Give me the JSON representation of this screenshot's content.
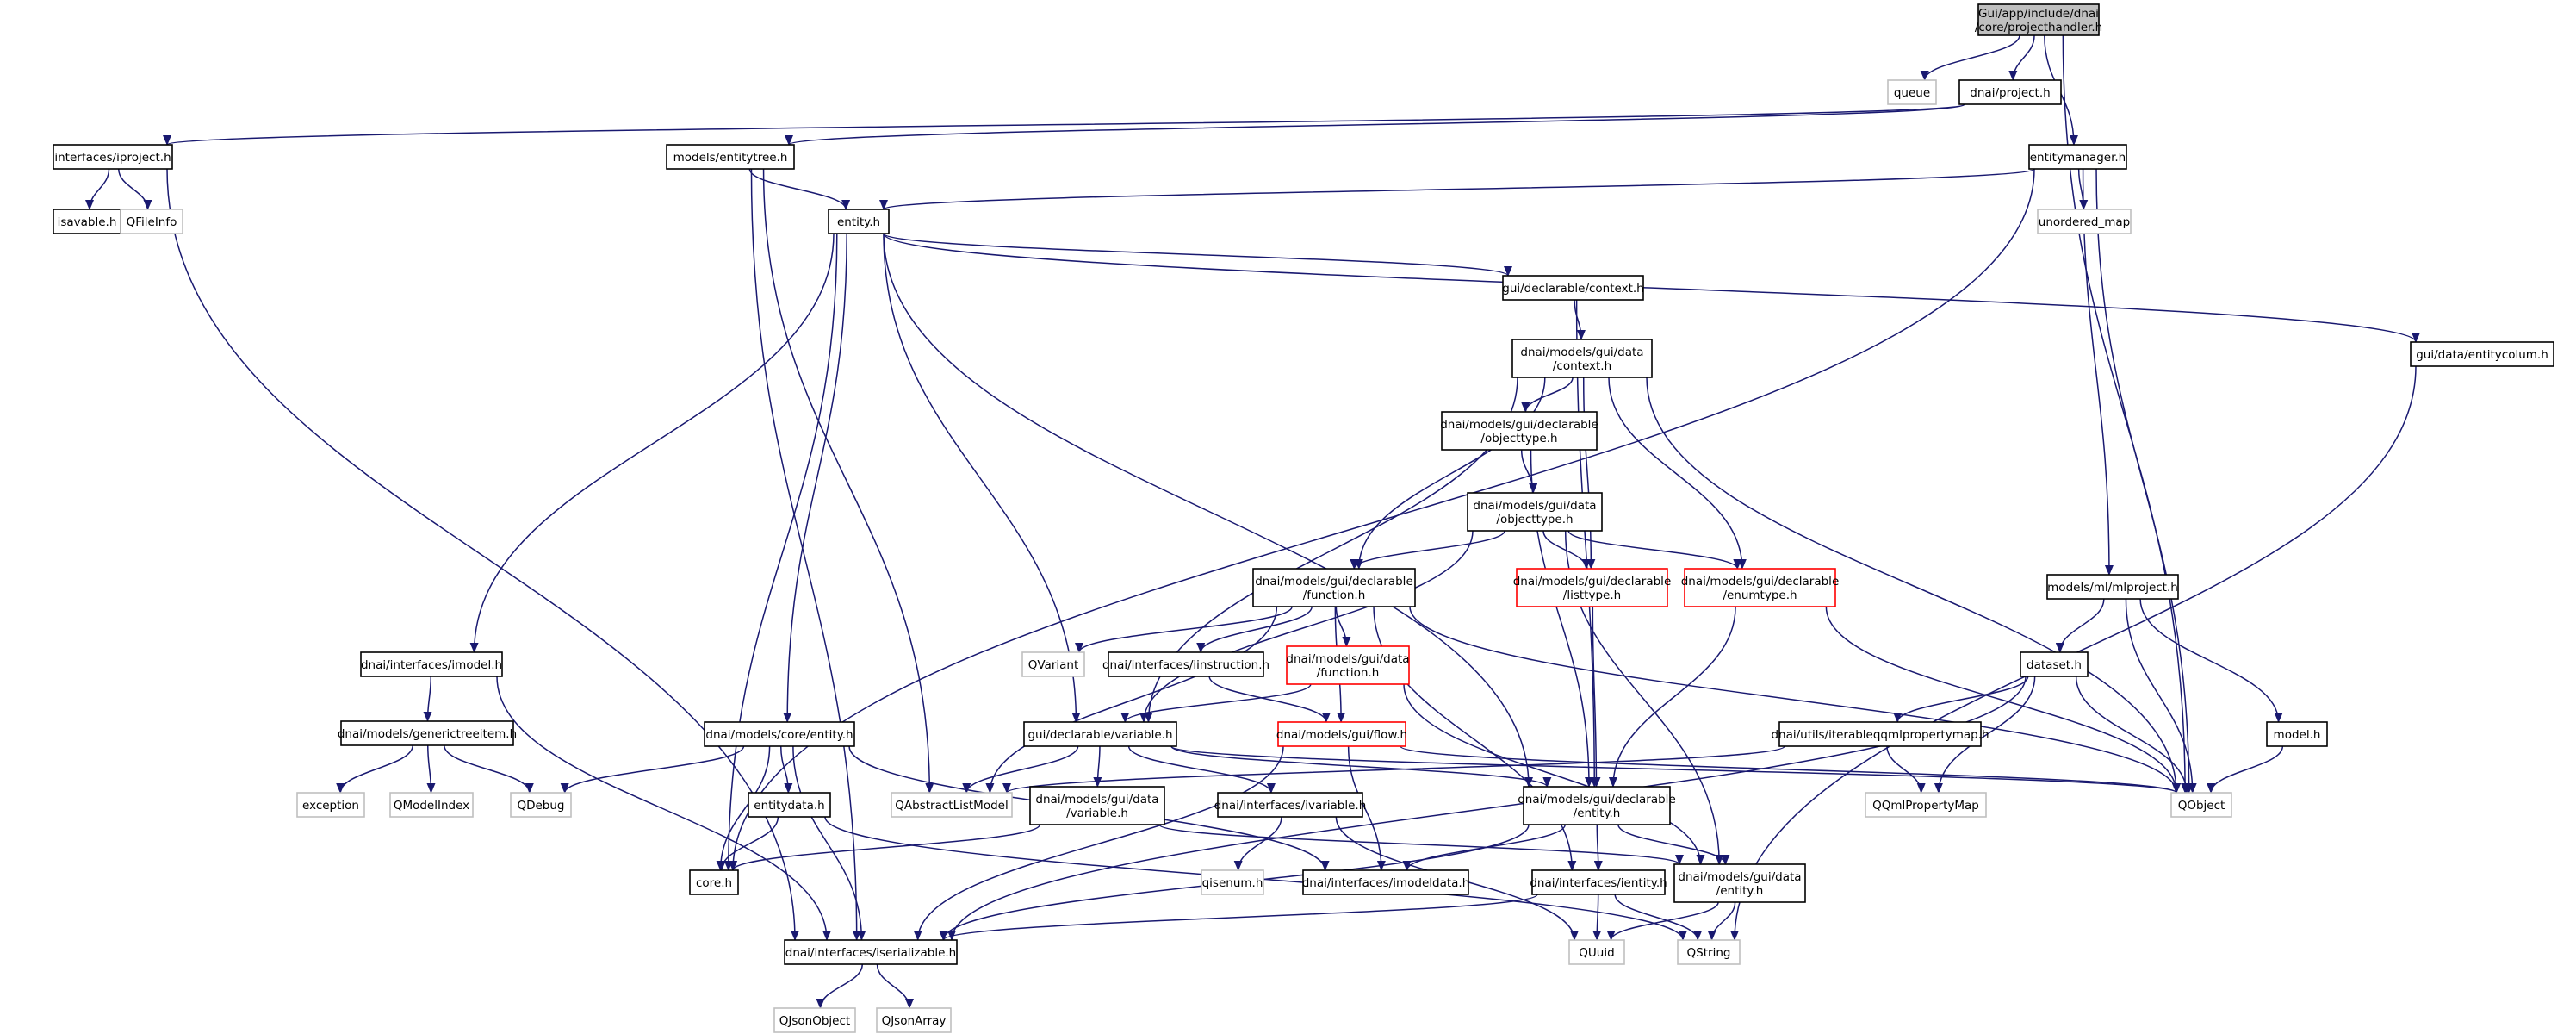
{
  "colors": {
    "edge": "#191970",
    "normal_border": "#000000",
    "external_border": "#bfbfbf",
    "missing_border": "#ff0000",
    "root_fill": "#bfbfbf",
    "text": "#000000"
  },
  "nodes": [
    {
      "id": "root",
      "lines": [
        "Gui/app/include/dnai",
        "/core/projecthandler.h"
      ],
      "kind": "root"
    },
    {
      "id": "queue",
      "lines": [
        "queue"
      ],
      "kind": "external"
    },
    {
      "id": "project_h",
      "lines": [
        "dnai/project.h"
      ],
      "kind": "normal"
    },
    {
      "id": "entitymanager_h",
      "lines": [
        "entitymanager.h"
      ],
      "kind": "normal"
    },
    {
      "id": "interfaces_iproject_h",
      "lines": [
        "interfaces/iproject.h"
      ],
      "kind": "normal"
    },
    {
      "id": "models_entitytree_h",
      "lines": [
        "models/entitytree.h"
      ],
      "kind": "normal"
    },
    {
      "id": "isavable_h",
      "lines": [
        "isavable.h"
      ],
      "kind": "normal"
    },
    {
      "id": "qfileinfo",
      "lines": [
        "QFileInfo"
      ],
      "kind": "external"
    },
    {
      "id": "entity_h",
      "lines": [
        "entity.h"
      ],
      "kind": "normal"
    },
    {
      "id": "unordered_map",
      "lines": [
        "unordered_map"
      ],
      "kind": "external"
    },
    {
      "id": "context_decl_h",
      "lines": [
        "gui/declarable/context.h"
      ],
      "kind": "normal"
    },
    {
      "id": "entitycolum_h",
      "lines": [
        "gui/data/entitycolum.h"
      ],
      "kind": "normal"
    },
    {
      "id": "data_context_h",
      "lines": [
        "dnai/models/gui/data",
        "/context.h"
      ],
      "kind": "normal"
    },
    {
      "id": "decl_objecttype_h",
      "lines": [
        "dnai/models/gui/declarable",
        "/objecttype.h"
      ],
      "kind": "normal"
    },
    {
      "id": "data_objecttype_h",
      "lines": [
        "dnai/models/gui/data",
        "/objecttype.h"
      ],
      "kind": "normal"
    },
    {
      "id": "decl_function_h",
      "lines": [
        "dnai/models/gui/declarable",
        "/function.h"
      ],
      "kind": "normal"
    },
    {
      "id": "decl_listtype_h",
      "lines": [
        "dnai/models/gui/declarable",
        "/listtype.h"
      ],
      "kind": "missing"
    },
    {
      "id": "decl_enumtype_h",
      "lines": [
        "dnai/models/gui/declarable",
        "/enumtype.h"
      ],
      "kind": "missing"
    },
    {
      "id": "mlproject_h",
      "lines": [
        "models/ml/mlproject.h"
      ],
      "kind": "normal"
    },
    {
      "id": "imodel_h",
      "lines": [
        "dnai/interfaces/imodel.h"
      ],
      "kind": "normal"
    },
    {
      "id": "qvariant",
      "lines": [
        "QVariant"
      ],
      "kind": "external"
    },
    {
      "id": "iinstruction_h",
      "lines": [
        "dnai/interfaces/iinstruction.h"
      ],
      "kind": "normal"
    },
    {
      "id": "data_function_h",
      "lines": [
        "dnai/models/gui/data",
        "/function.h"
      ],
      "kind": "missing"
    },
    {
      "id": "dataset_h",
      "lines": [
        "dataset.h"
      ],
      "kind": "normal"
    },
    {
      "id": "model_h",
      "lines": [
        "model.h"
      ],
      "kind": "normal"
    },
    {
      "id": "generictreeitem_h",
      "lines": [
        "dnai/models/generictreeitem.h"
      ],
      "kind": "normal"
    },
    {
      "id": "core_entity_h",
      "lines": [
        "dnai/models/core/entity.h"
      ],
      "kind": "normal"
    },
    {
      "id": "decl_variable_h",
      "lines": [
        "gui/declarable/variable.h"
      ],
      "kind": "normal"
    },
    {
      "id": "flow_h",
      "lines": [
        "dnai/models/gui/flow.h"
      ],
      "kind": "missing"
    },
    {
      "id": "iterableqqml_h",
      "lines": [
        "dnai/utils/iterableqqmlpropertymap.h"
      ],
      "kind": "normal"
    },
    {
      "id": "exception",
      "lines": [
        "exception"
      ],
      "kind": "external"
    },
    {
      "id": "qmodelindex",
      "lines": [
        "QModelIndex"
      ],
      "kind": "external"
    },
    {
      "id": "qdebug",
      "lines": [
        "QDebug"
      ],
      "kind": "external"
    },
    {
      "id": "entitydata_h",
      "lines": [
        "entitydata.h"
      ],
      "kind": "normal"
    },
    {
      "id": "qabstractlistmodel",
      "lines": [
        "QAbstractListModel"
      ],
      "kind": "external"
    },
    {
      "id": "data_variable_h",
      "lines": [
        "dnai/models/gui/data",
        "/variable.h"
      ],
      "kind": "normal"
    },
    {
      "id": "ivariable_h",
      "lines": [
        "dnai/interfaces/ivariable.h"
      ],
      "kind": "normal"
    },
    {
      "id": "decl_entity_h",
      "lines": [
        "dnai/models/gui/declarable",
        "/entity.h"
      ],
      "kind": "normal"
    },
    {
      "id": "qqmlpropertymap",
      "lines": [
        "QQmlPropertyMap"
      ],
      "kind": "external"
    },
    {
      "id": "qobject",
      "lines": [
        "QObject"
      ],
      "kind": "external"
    },
    {
      "id": "core_h",
      "lines": [
        "core.h"
      ],
      "kind": "normal"
    },
    {
      "id": "imodeldata_h",
      "lines": [
        "dnai/interfaces/imodeldata.h"
      ],
      "kind": "normal"
    },
    {
      "id": "qisenum_h",
      "lines": [
        "qisenum.h"
      ],
      "kind": "external"
    },
    {
      "id": "ientity_h",
      "lines": [
        "dnai/interfaces/ientity.h"
      ],
      "kind": "normal"
    },
    {
      "id": "data_entity_h",
      "lines": [
        "dnai/models/gui/data",
        "/entity.h"
      ],
      "kind": "normal"
    },
    {
      "id": "iserializable_h",
      "lines": [
        "dnai/interfaces/iserializable.h"
      ],
      "kind": "normal"
    },
    {
      "id": "quuid",
      "lines": [
        "QUuid"
      ],
      "kind": "external"
    },
    {
      "id": "qstring",
      "lines": [
        "QString"
      ],
      "kind": "external"
    },
    {
      "id": "qjsonobject",
      "lines": [
        "QJsonObject"
      ],
      "kind": "external"
    },
    {
      "id": "qjsonarray",
      "lines": [
        "QJsonArray"
      ],
      "kind": "external"
    }
  ],
  "edges": [
    [
      "root",
      "queue"
    ],
    [
      "root",
      "project_h"
    ],
    [
      "root",
      "entitymanager_h"
    ],
    [
      "root",
      "qobject"
    ],
    [
      "project_h",
      "interfaces_iproject_h"
    ],
    [
      "project_h",
      "models_entitytree_h"
    ],
    [
      "interfaces_iproject_h",
      "isavable_h"
    ],
    [
      "interfaces_iproject_h",
      "qfileinfo"
    ],
    [
      "interfaces_iproject_h",
      "iserializable_h"
    ],
    [
      "models_entitytree_h",
      "entity_h"
    ],
    [
      "models_entitytree_h",
      "qabstractlistmodel"
    ],
    [
      "models_entitytree_h",
      "iserializable_h"
    ],
    [
      "entitymanager_h",
      "entity_h"
    ],
    [
      "entitymanager_h",
      "unordered_map"
    ],
    [
      "entitymanager_h",
      "mlproject_h"
    ],
    [
      "entitymanager_h",
      "qobject"
    ],
    [
      "entitymanager_h",
      "core_h"
    ],
    [
      "entity_h",
      "context_decl_h"
    ],
    [
      "entity_h",
      "entitycolum_h"
    ],
    [
      "entity_h",
      "imodel_h"
    ],
    [
      "entity_h",
      "core_entity_h"
    ],
    [
      "entity_h",
      "decl_variable_h"
    ],
    [
      "entity_h",
      "core_h"
    ],
    [
      "entity_h",
      "decl_entity_h"
    ],
    [
      "context_decl_h",
      "data_context_h"
    ],
    [
      "context_decl_h",
      "decl_entity_h"
    ],
    [
      "entitycolum_h",
      "qstring"
    ],
    [
      "data_context_h",
      "decl_objecttype_h"
    ],
    [
      "data_context_h",
      "decl_function_h"
    ],
    [
      "data_context_h",
      "decl_listtype_h"
    ],
    [
      "data_context_h",
      "decl_enumtype_h"
    ],
    [
      "data_context_h",
      "decl_variable_h"
    ],
    [
      "data_context_h",
      "qobject"
    ],
    [
      "decl_objecttype_h",
      "data_objecttype_h"
    ],
    [
      "decl_objecttype_h",
      "decl_entity_h"
    ],
    [
      "data_objecttype_h",
      "decl_function_h"
    ],
    [
      "data_objecttype_h",
      "decl_listtype_h"
    ],
    [
      "data_objecttype_h",
      "decl_enumtype_h"
    ],
    [
      "data_objecttype_h",
      "decl_variable_h"
    ],
    [
      "data_objecttype_h",
      "data_entity_h"
    ],
    [
      "decl_function_h",
      "qvariant"
    ],
    [
      "decl_function_h",
      "iinstruction_h"
    ],
    [
      "decl_function_h",
      "data_function_h"
    ],
    [
      "decl_function_h",
      "flow_h"
    ],
    [
      "decl_function_h",
      "qabstractlistmodel"
    ],
    [
      "decl_function_h",
      "ientity_h"
    ],
    [
      "decl_function_h",
      "qobject"
    ],
    [
      "decl_listtype_h",
      "decl_entity_h"
    ],
    [
      "decl_enumtype_h",
      "decl_entity_h"
    ],
    [
      "decl_enumtype_h",
      "qobject"
    ],
    [
      "iinstruction_h",
      "flow_h"
    ],
    [
      "data_function_h",
      "decl_variable_h"
    ],
    [
      "data_function_h",
      "data_entity_h"
    ],
    [
      "mlproject_h",
      "dataset_h"
    ],
    [
      "mlproject_h",
      "model_h"
    ],
    [
      "mlproject_h",
      "qobject"
    ],
    [
      "dataset_h",
      "iterableqqml_h"
    ],
    [
      "dataset_h",
      "qqmlpropertymap"
    ],
    [
      "dataset_h",
      "qobject"
    ],
    [
      "dataset_h",
      "iserializable_h"
    ],
    [
      "model_h",
      "qobject"
    ],
    [
      "iterableqqml_h",
      "qqmlpropertymap"
    ],
    [
      "iterableqqml_h",
      "qabstractlistmodel"
    ],
    [
      "imodel_h",
      "generictreeitem_h"
    ],
    [
      "imodel_h",
      "iserializable_h"
    ],
    [
      "generictreeitem_h",
      "exception"
    ],
    [
      "generictreeitem_h",
      "qmodelindex"
    ],
    [
      "generictreeitem_h",
      "qdebug"
    ],
    [
      "core_entity_h",
      "qdebug"
    ],
    [
      "core_entity_h",
      "entitydata_h"
    ],
    [
      "core_entity_h",
      "core_h"
    ],
    [
      "core_entity_h",
      "imodeldata_h"
    ],
    [
      "core_entity_h",
      "iserializable_h"
    ],
    [
      "entitydata_h",
      "core_h"
    ],
    [
      "entitydata_h",
      "qstring"
    ],
    [
      "decl_variable_h",
      "qabstractlistmodel"
    ],
    [
      "decl_variable_h",
      "data_variable_h"
    ],
    [
      "decl_variable_h",
      "ivariable_h"
    ],
    [
      "decl_variable_h",
      "decl_entity_h"
    ],
    [
      "decl_variable_h",
      "qobject"
    ],
    [
      "data_variable_h",
      "core_h"
    ],
    [
      "data_variable_h",
      "data_entity_h"
    ],
    [
      "ivariable_h",
      "qisenum_h"
    ],
    [
      "ivariable_h",
      "quuid"
    ],
    [
      "flow_h",
      "imodeldata_h"
    ],
    [
      "flow_h",
      "qobject"
    ],
    [
      "flow_h",
      "iserializable_h"
    ],
    [
      "decl_entity_h",
      "imodeldata_h"
    ],
    [
      "decl_entity_h",
      "ientity_h"
    ],
    [
      "decl_entity_h",
      "data_entity_h"
    ],
    [
      "decl_entity_h",
      "iserializable_h"
    ],
    [
      "ientity_h",
      "quuid"
    ],
    [
      "ientity_h",
      "qstring"
    ],
    [
      "ientity_h",
      "iserializable_h"
    ],
    [
      "data_entity_h",
      "quuid"
    ],
    [
      "data_entity_h",
      "qstring"
    ],
    [
      "iserializable_h",
      "qjsonobject"
    ],
    [
      "iserializable_h",
      "qjsonarray"
    ]
  ]
}
